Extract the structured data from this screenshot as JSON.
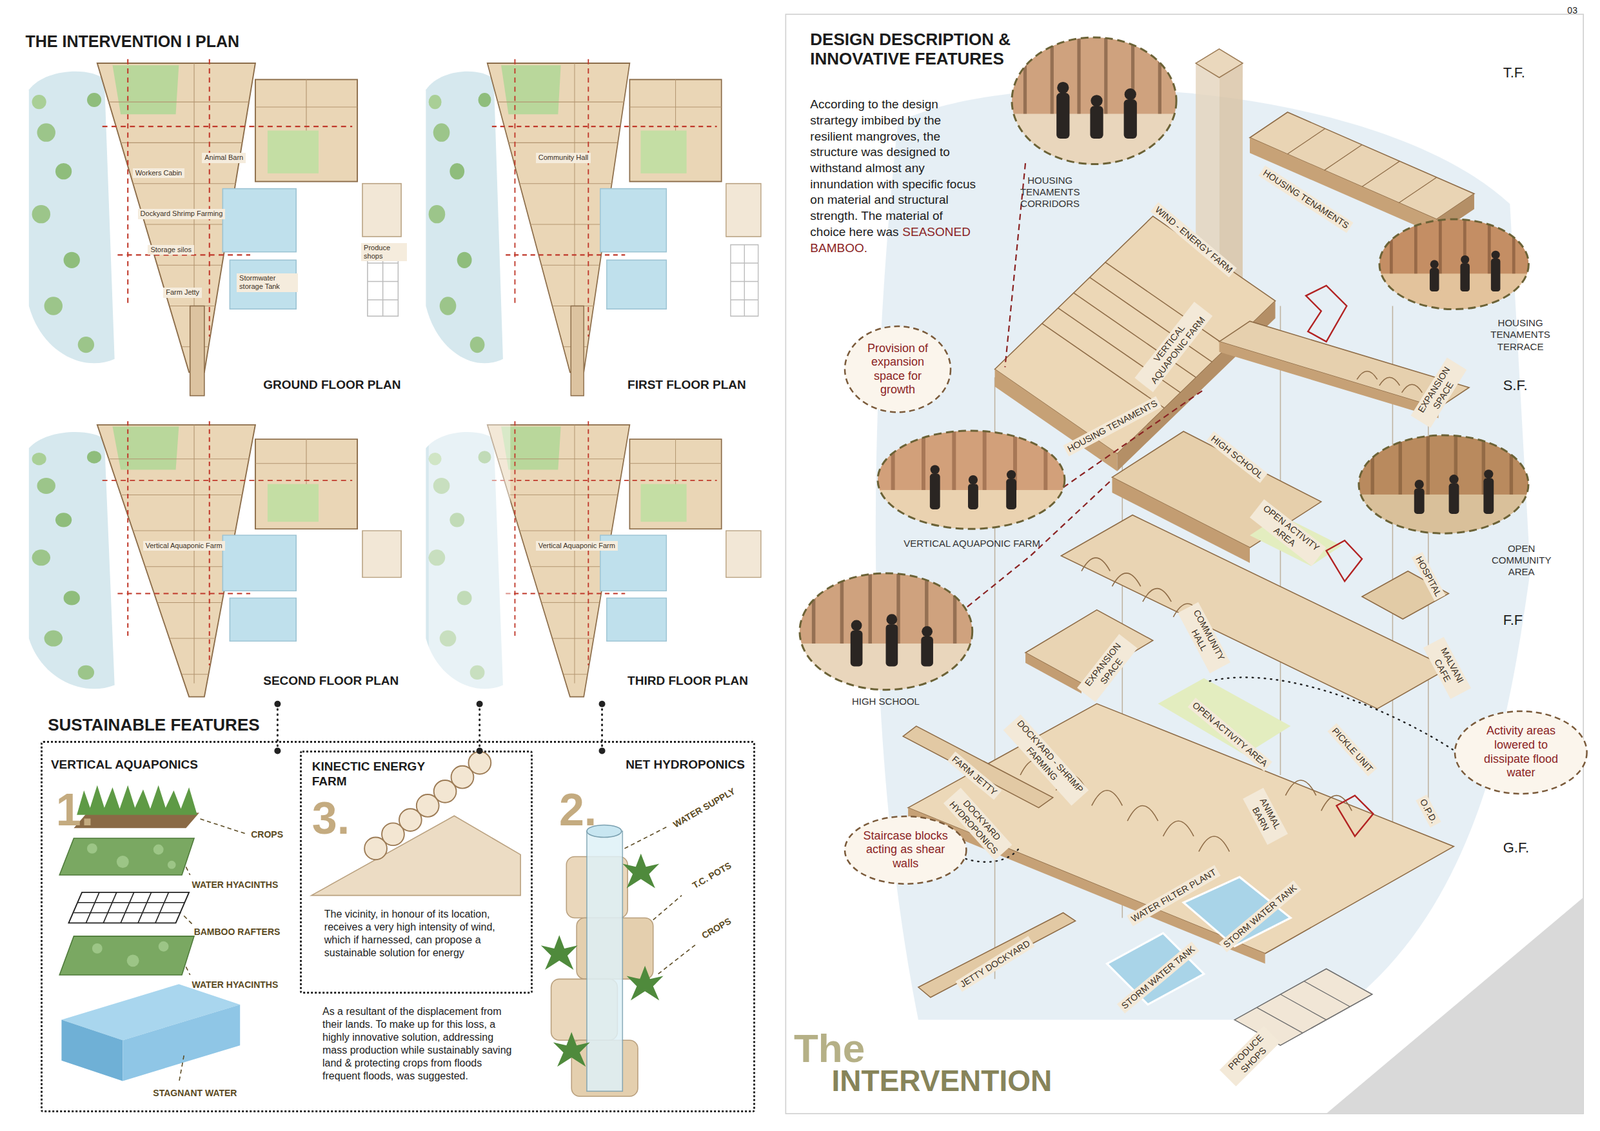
{
  "diagram": {
    "title": "THE INTERVENTION I PLAN",
    "nodes": [
      {
        "text": [
          "GROUND FLOOR PLAN"
        ]
      },
      {
        "text": [
          "FIRST FLOOR PLAN"
        ]
      },
      {
        "text": [
          "SECOND FLOOR PLAN"
        ]
      },
      {
        "text": [
          "THIRD FLOOR PLAN"
        ]
      },
      {
        "text": [
          "SUSTAINABLE FEATURES"
        ]
      },
      {
        "text": [
          "VERTICAL AQUAPONICS",
          "1."
        ],
        "in": 4
      },
      {
        "text": [
          "KINECTIC ENERGY FARM",
          "3.",
          "The vicinity, in honour of its location, receives a very high intensity of wind, which if harnessed, can propose a sustainable solution for energy"
        ],
        "in": 4
      },
      {
        "text": [
          "NET HYDROPONICS",
          "2."
        ],
        "in": 4
      },
      {
        "text": [
          "HOUSING TENAMENTS CORRIDORS"
        ]
      },
      {
        "text": [
          "HOUSING TENAMENTS TERRACE"
        ]
      },
      {
        "text": [
          "Provision of expansion space for growth"
        ]
      },
      {
        "text": [
          "VERTICAL AQUAPONIC FARM"
        ]
      },
      {
        "text": [
          "OPEN COMMUNITY AREA"
        ]
      },
      {
        "text": [
          "HIGH SCHOOL"
        ]
      },
      {
        "text": [
          "Activity areas lowered to dissipate flood water"
        ]
      },
      {
        "text": [
          "Staircase blocks acting as shear walls"
        ]
      }
    ],
    "edges": [
      {
        "from": 2,
        "to": 5,
        "arrow": "none"
      },
      {
        "from": 3,
        "to": 6,
        "arrow": "none"
      },
      {
        "from": 3,
        "to": 7,
        "arrow": "none"
      }
    ],
    "labels": [
      "DESIGN DESCRIPTION & INNOVATIVE FEATURES",
      "According to the design strartegy imbibed by the resilient mangroves, the structure was designed to withstand almost any innundation with specific focus on material and structural strength. The material of choice here was",
      "SEASONED BAMBOO.",
      "03",
      "T.F.",
      "S.F.",
      "F.F",
      "G.F.",
      "HOUSING TENAMENTS",
      "WIND - ENERGY FARM",
      "VERTICAL AQUAPONIC FARM",
      "HOUSING TENAMENTS",
      "EXPANSION SPACE",
      "HIGH SCHOOL",
      "OPEN ACTIVITY AREA",
      "HOSPITAL",
      "COMMUNITY HALL",
      "EXPANSION SPACE",
      "MALVANI CAFE",
      "DOCKYARD - SHRIMP FARMING",
      "OPEN ACTIVITY AREA",
      "PICKLE UNIT",
      "FARM JETTY",
      "DOCKYARD HYDROPONICS",
      "ANIMAL BARN",
      "O.P.D.",
      "WATER FILTER PLANT",
      "STORM WATER TANK",
      "STORM WATER TANK",
      "JETTY DOCKYARD",
      "PRODUCE SHOPS",
      "The",
      "INTERVENTION",
      "CROPS",
      "WATER HYACINTHS",
      "BAMBOO RAFTERS",
      "WATER HYACINTHS",
      "STAGNANT WATER",
      "WATER SUPPLY",
      "T.C. POTS",
      "CROPS",
      "As a resultant of the displacement from their lands. To make up for this loss, a highly innovative solution, addressing mass production while sustainably saving land & protecting crops from floods frequent floods, was suggested.",
      "Workers Cabin",
      "Dockyard Shrimp Farming",
      "Storage silos",
      "Farm Jetty",
      "Animal Barn",
      "Stormwater storage Tank",
      "Produce shops",
      "Community Hall",
      "Vertical Aquaponic Farm",
      "Vertical Aquaponic Farm"
    ]
  }
}
